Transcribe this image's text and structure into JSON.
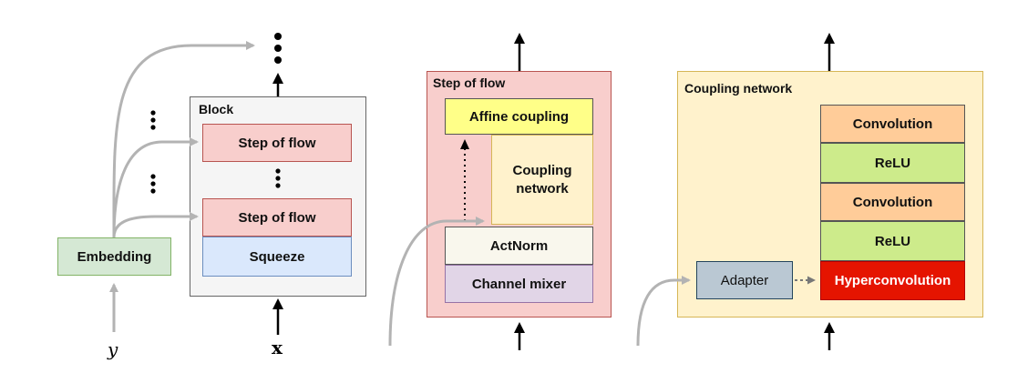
{
  "panel1": {
    "block_title": "Block",
    "step1": "Step of flow",
    "step2": "Step of flow",
    "squeeze": "Squeeze",
    "embedding": "Embedding",
    "input_y": "y",
    "input_x": "x"
  },
  "panel2": {
    "title": "Step of flow",
    "affine": "Affine coupling",
    "coupling_network": "Coupling network",
    "actnorm": "ActNorm",
    "channel_mixer": "Channel mixer"
  },
  "panel3": {
    "title": "Coupling network",
    "conv1": "Convolution",
    "relu1": "ReLU",
    "conv2": "Convolution",
    "relu2": "ReLU",
    "hyperconv": "Hyperconvolution",
    "adapter": "Adapter"
  },
  "colors": {
    "step_fill": "#f8cecc",
    "step_border": "#b85450",
    "squeeze_fill": "#dae8fc",
    "squeeze_border": "#6c8ebf",
    "embedding_fill": "#d5e8d4",
    "embedding_border": "#82b366",
    "block_fill": "#f5f5f5",
    "affine_fill": "#ffff88",
    "coupling_fill": "#fff2cc",
    "actnorm_fill": "#f9f7ed",
    "mixer_fill": "#e1d5e7",
    "conv_fill": "#ffcc99",
    "relu_fill": "#cdeb8b",
    "hyper_fill": "#e51400",
    "adapter_fill": "#bac8d3",
    "arrow_gray": "#b3b3b3"
  }
}
